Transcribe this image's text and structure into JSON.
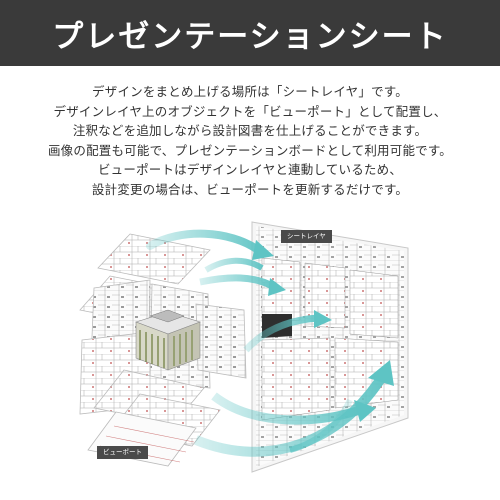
{
  "header": {
    "title": "プレゼンテーションシート"
  },
  "description": {
    "lines": [
      "デザインをまとめ上げる場所は「シートレイヤ」です。",
      "デザインレイヤ上のオブジェクトを「ビューポート」として配置し、",
      "注釈などを追加しながら設計図書を仕上げることができます。",
      "画像の配置も可能で、プレゼンテーションボードとして利用可能です。",
      "ビューポートはデザインレイヤと連動しているため、",
      "設計変更の場合は、ビューポートを更新するだけです。"
    ]
  },
  "illustration": {
    "sheet_layer_label": "シートレイヤ",
    "viewport_label": "ビューポート"
  },
  "colors": {
    "header_bg": "#3a3a3a",
    "arrow_teal": "#5ec4c4",
    "tag_bg": "#4a4a4a"
  }
}
